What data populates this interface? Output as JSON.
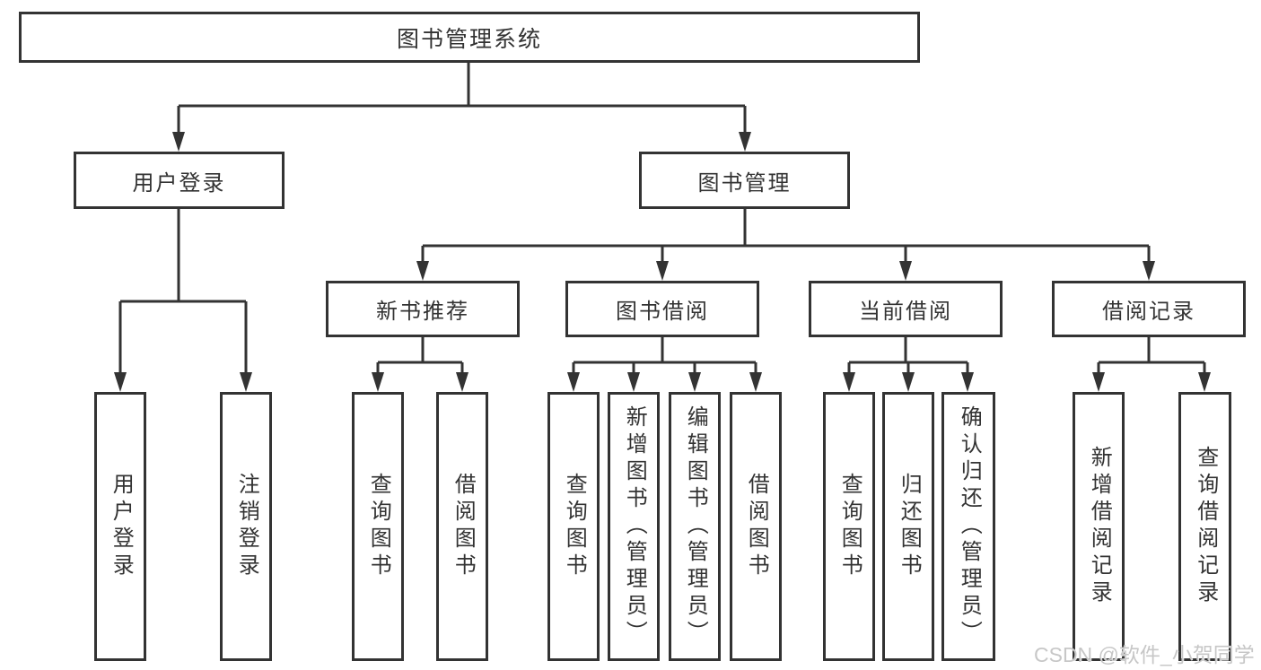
{
  "diagram": {
    "root": "图书管理系统",
    "level2": [
      "用户登录",
      "图书管理"
    ],
    "level3": [
      "新书推荐",
      "图书借阅",
      "当前借阅",
      "借阅记录"
    ],
    "leaves": {
      "user": [
        "用户登录",
        "注销登录"
      ],
      "recommend": [
        "查询图书",
        "借阅图书"
      ],
      "borrow": [
        "查询图书",
        "新增图书（管理员）",
        "编辑图书（管理员）",
        "借阅图书"
      ],
      "current": [
        "查询图书",
        "归还图书",
        "确认归还（管理员）"
      ],
      "records": [
        "新增借阅记录",
        "查询借阅记录"
      ]
    },
    "colors": {
      "line": "#333333",
      "text": "#333333",
      "background": "#ffffff",
      "watermark": "#c7c7c7"
    }
  },
  "watermark": "CSDN @软件_小贺同学"
}
